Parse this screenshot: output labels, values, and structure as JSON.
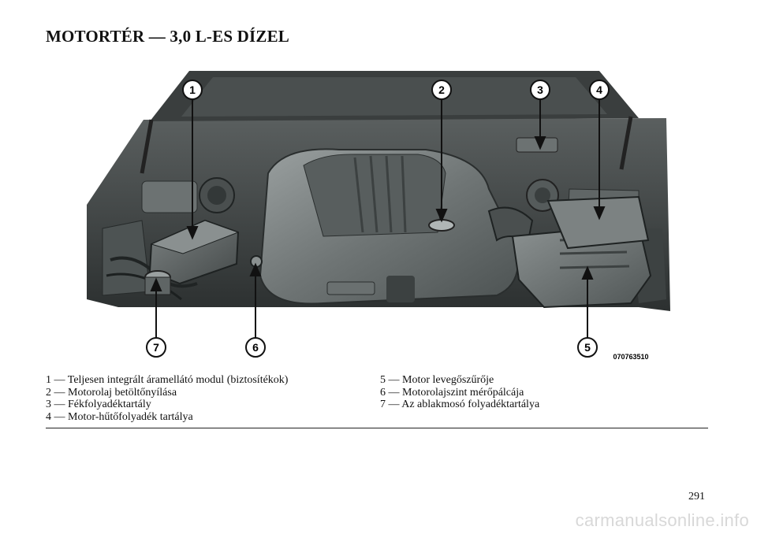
{
  "page": {
    "title": "MOTORTÉR — 3,0 L-ES DÍZEL",
    "page_number": "291",
    "watermark": "carmanualsonline.info"
  },
  "figure": {
    "image_code": "070763510",
    "callouts": [
      "1",
      "2",
      "3",
      "4",
      "5",
      "6",
      "7"
    ]
  },
  "legend": {
    "left": [
      "1 — Teljesen integrált áramellátó modul (biztosítékok)",
      "2 — Motorolaj betöltőnyílása",
      "3 — Fékfolyadéktartály",
      "4 — Motor-hűtőfolyadék tartálya"
    ],
    "right": [
      "5 — Motor levegőszűrője",
      "6 — Motorolajszint mérőpálcája",
      "7 — Az ablakmosó folyadéktartálya"
    ]
  }
}
